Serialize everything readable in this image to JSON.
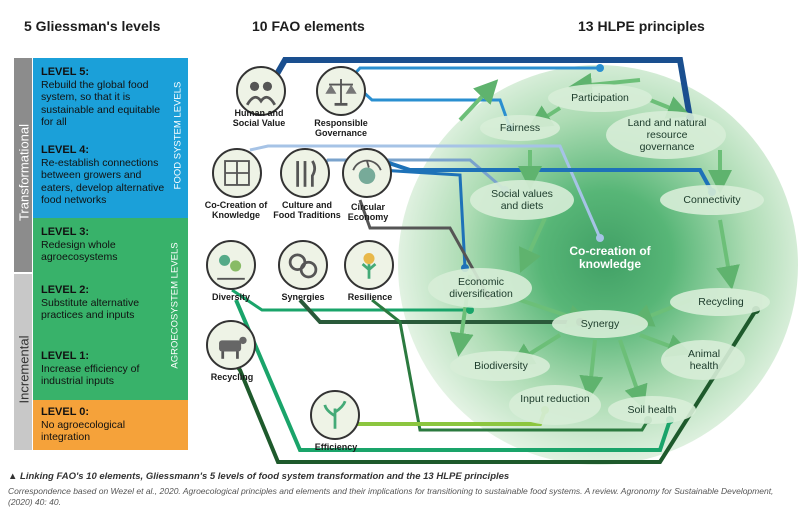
{
  "headers": {
    "gliessman": "5 Gliessman's levels",
    "fao": "10 FAO elements",
    "hlpe": "13 HLPE principles"
  },
  "gliessman": {
    "transformational": "Transformational",
    "incremental": "Incremental",
    "food_system_levels": "FOOD SYSTEM LEVELS",
    "agroecosystem_levels": "AGROECOSYSTEM LEVELS",
    "levels": [
      {
        "title": "LEVEL 5:",
        "text": "Rebuild the global food system, so that it is sustainable and equitable for all",
        "color": "#1ba0d9"
      },
      {
        "title": "LEVEL 4:",
        "text": "Re-establish connections between growers and eaters, develop alternative food networks",
        "color": "#1ba0d9"
      },
      {
        "title": "LEVEL 3:",
        "text": "Redesign whole agroecosystems",
        "color": "#38b26a"
      },
      {
        "title": "LEVEL 2:",
        "text": "Substitute alternative practices and inputs",
        "color": "#38b26a"
      },
      {
        "title": "LEVEL 1:",
        "text": "Increase efficiency of industrial inputs",
        "color": "#38b26a"
      },
      {
        "title": "LEVEL 0:",
        "text": "No agroecological integration",
        "color": "#f5a23a"
      }
    ]
  },
  "fao_elements": {
    "human_social": "Human and Social Value",
    "governance": "Responsible Governance",
    "cocreation": "Co-Creation of Knowledge",
    "culture": "Culture and Food Traditions",
    "circular": "Circular Economy",
    "diversity": "Diversity",
    "synergies": "Synergies",
    "resilience": "Resilience",
    "recycling": "Recycling",
    "efficiency": "Efficiency"
  },
  "hlpe": {
    "center": "Co-creation of knowledge",
    "participation": "Participation",
    "fairness": "Fairness",
    "land": "Land and natural resource governance",
    "social_values": "Social values and diets",
    "connectivity": "Connectivity",
    "economic": "Economic diversification",
    "recycling": "Recycling",
    "synergy": "Synergy",
    "biodiversity": "Biodiversity",
    "animal_health": "Animal health",
    "input_reduction": "Input reduction",
    "soil_health": "Soil health"
  },
  "caption": {
    "title": "▲ Linking FAO's 10 elements, Gliessmann's 5 levels of food system transformation and the 13 HLPE principles",
    "source": "Correspondence based on Wezel et al., 2020. Agroecological principles and elements and their implications for transitioning to sustainable food systems. A review. Agronomy for Sustainable Development, (2020) 40: 40."
  },
  "colors": {
    "blue": "#1ba0d9",
    "green": "#38b26a",
    "orange": "#f5a23a",
    "gray": "#8c8c8c",
    "darkblue": "#1a4f8f",
    "darkgreen": "#1e5a2c",
    "lime": "#8cc63f"
  }
}
